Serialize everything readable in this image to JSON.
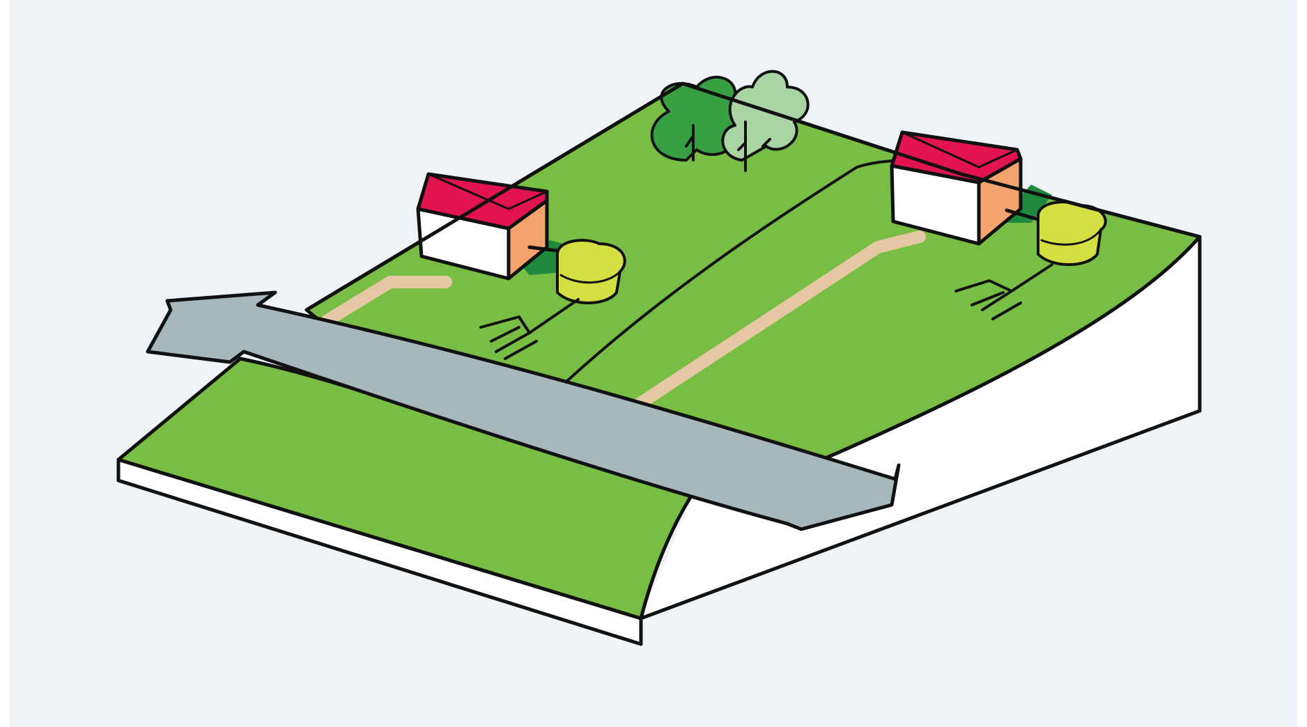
{
  "illustration": {
    "colors": {
      "background": "#edf3f6",
      "grass": "#78be45",
      "grass_upper": "#6fb63f",
      "slope": "#ffffff",
      "road": "#a7b8bd",
      "path": "#e6c7a4",
      "roof": "#e1144f",
      "wall_front": "#ffffff",
      "wall_side": "#f3a36e",
      "shadow": "#1f8a3d",
      "hay_bale": "#d4e042",
      "tree_dark": "#37a043",
      "tree_light": "#a9d4a3",
      "outline": "#111111"
    },
    "elements": [
      "ground-slab",
      "road-arrow",
      "left-farm-plot",
      "right-farm-plot",
      "farmhouse",
      "hay-bale",
      "pitchfork",
      "trees"
    ]
  }
}
